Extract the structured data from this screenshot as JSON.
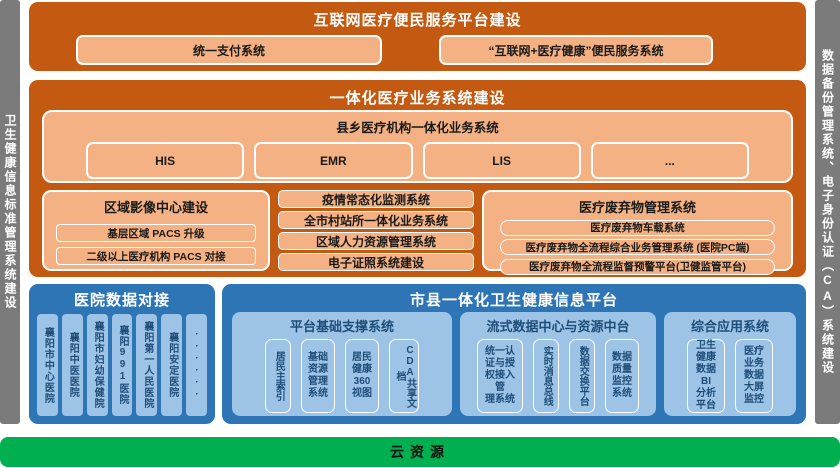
{
  "colors": {
    "orange": "#C45A11",
    "orange_light": "#F4B183",
    "blue": "#2E75B6",
    "blue_light": "#9DC3E6",
    "gray": "#7B7B7B",
    "green": "#00B050",
    "navy_text": "#1F4E79"
  },
  "side_bars": {
    "left": "卫生健康信息标准管理系统建设",
    "right": "数据备份管理系统、电子身份认证（CA）系统建设"
  },
  "internet_platform": {
    "title": "互联网医疗便民服务平台建设",
    "systems": [
      "统一支付系统",
      "“互联网+医疗健康”便民服务系统"
    ]
  },
  "integrated_medical": {
    "title": "一体化医疗业务系统建设",
    "county_township": {
      "title": "县乡医疗机构一体化业务系统",
      "systems": [
        "HIS",
        "EMR",
        "LIS",
        "..."
      ]
    },
    "imaging_center": {
      "title": "区域影像中心建设",
      "items": [
        "基层区域 PACS 升级",
        "二级以上医疗机构 PACS 对接"
      ]
    },
    "standalone_systems": [
      "疫情常态化监测系统",
      "全市村站所一体化业务系统",
      "区域人力资源管理系统",
      "电子证照系统建设"
    ],
    "medical_waste": {
      "title": "医疗废弃物管理系统",
      "items": [
        "医疗废弃物车载系统",
        "医疗废弃物全流程综合业务管理系统 (医院PC端)",
        "医疗废弃物全流程监督预警平台(卫健监管平台)"
      ]
    }
  },
  "hospital_integration": {
    "title": "医院数据对接",
    "hospitals": [
      "襄阳市中心医院",
      "襄阳中医医院",
      "襄阳市妇幼保健院",
      "襄阳991医院",
      "襄阳第一人民医院",
      "襄阳安定医院",
      "······"
    ]
  },
  "city_county_platform": {
    "title": "市县一体化卫生健康信息平台",
    "groups": [
      {
        "title": "平台基础支撑系统",
        "items": [
          "居民主索引",
          "基础\n资源\n管理\n系统",
          "居民\n健康\n360\n视图",
          "CDA共享文档"
        ]
      },
      {
        "title": "流式数据中心与资源中台",
        "items": [
          "统一认\n证与授\n权接入\n管\n理系统",
          "实时消息总线",
          "数据交换平台",
          "数据\n质量\n监控\n系统"
        ]
      },
      {
        "title": "综合应用系统",
        "items": [
          "卫生\n健康\n数据\nBI\n分析\n平台",
          "医疗\n业务\n数据\n大屏\n监控"
        ]
      }
    ]
  },
  "cloud": {
    "label": "云资源"
  }
}
